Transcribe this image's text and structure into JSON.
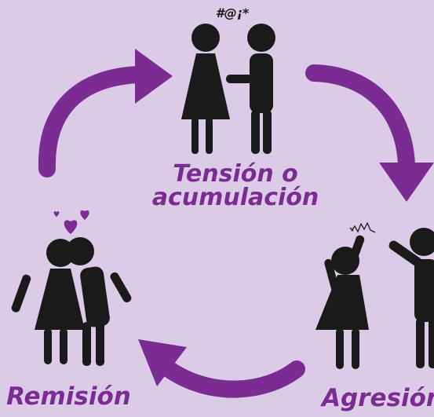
{
  "stages": {
    "tension": {
      "line1": "Tensión o",
      "line2": "acumulación"
    },
    "remision": {
      "label": "Remisión"
    },
    "agresion": {
      "label": "Agresión"
    }
  },
  "symbols": {
    "grawlix": "#@¡*"
  },
  "colors": {
    "background": "#dccbe6",
    "accent": "#7b2c93",
    "figure": "#1a1a1a"
  }
}
